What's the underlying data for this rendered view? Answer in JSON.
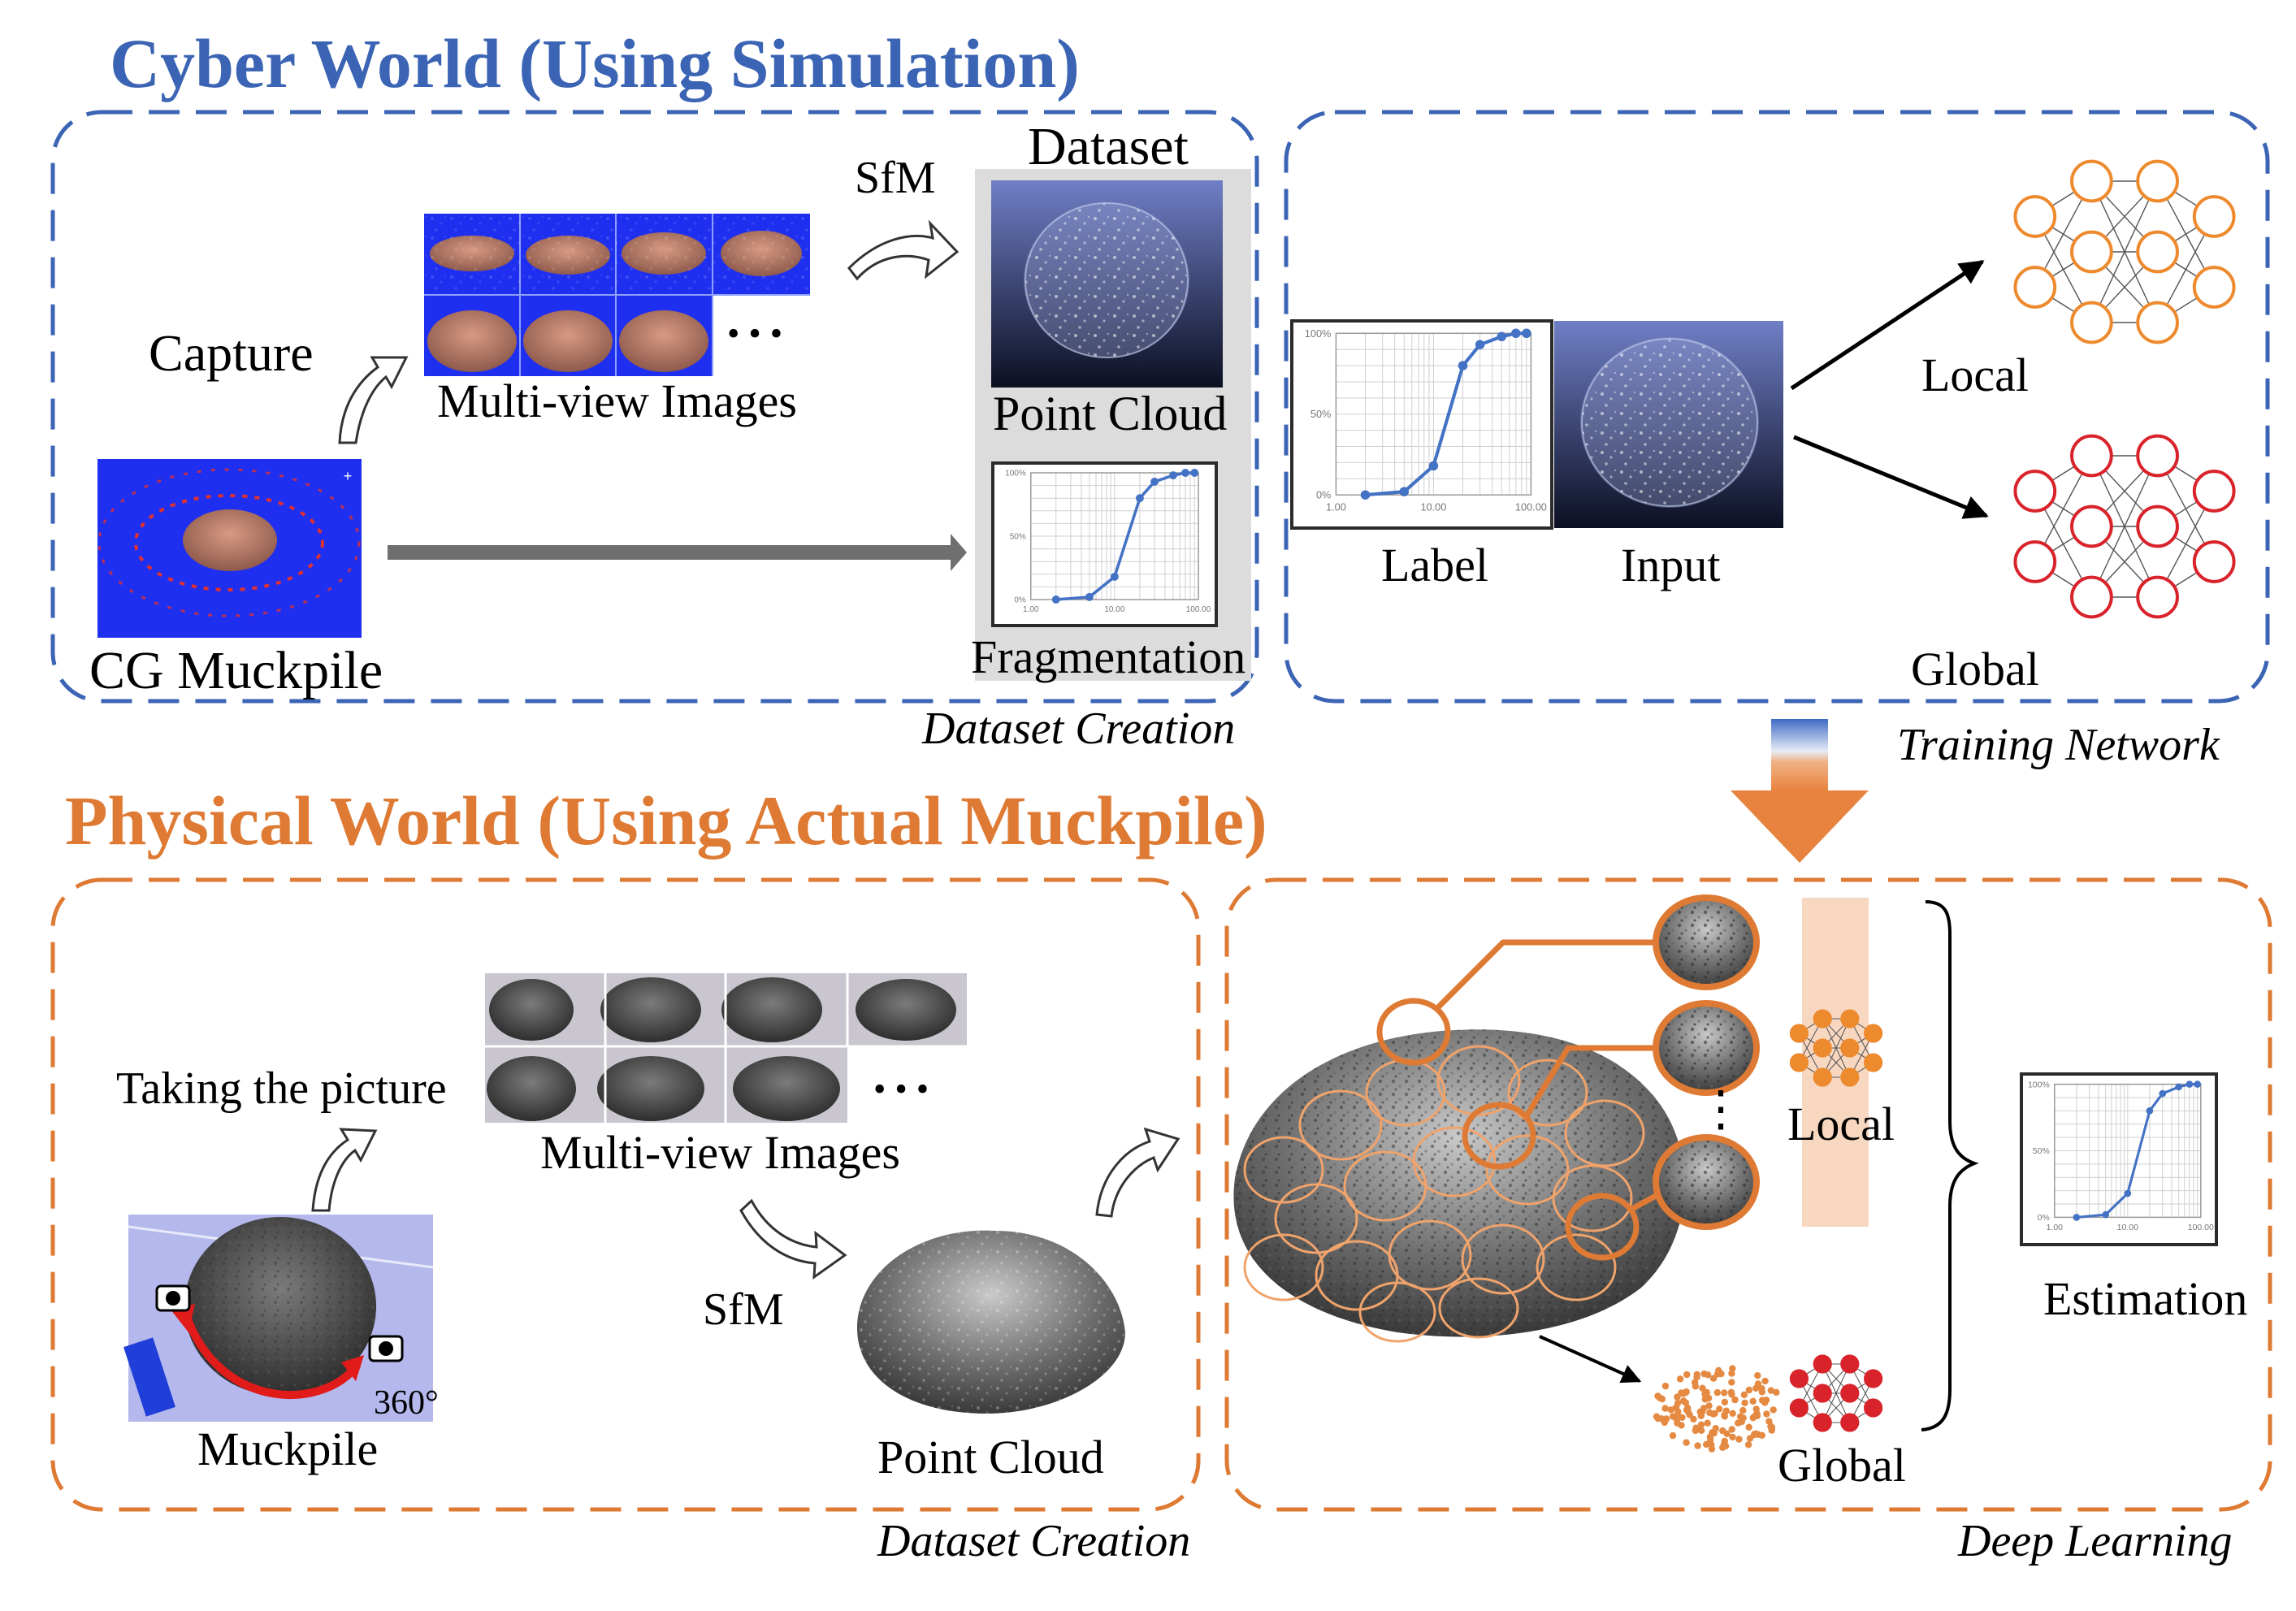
{
  "colors": {
    "cyber_blue": "#3b64b4",
    "physical_orange": "#de7a33",
    "sim_blue": "#1f2ff0",
    "red_net": "#d9232b",
    "orange_net": "#ee8a2e"
  },
  "cyber": {
    "title": "Cyber World (Using Simulation)",
    "dataset_creation": {
      "caption": "Dataset Creation",
      "capture_label": "Capture",
      "multiview_label": "Multi-view Images",
      "muckpile_label": "CG Muckpile",
      "sfm_label": "SfM",
      "dataset_label": "Dataset",
      "pointcloud_label": "Point Cloud",
      "fragmentation_label": "Fragmentation",
      "ellipsis": "• • •"
    },
    "training": {
      "caption": "Training Network",
      "label_label": "Label",
      "input_label": "Input",
      "local_label": "Local",
      "global_label": "Global"
    }
  },
  "physical": {
    "title": "Physical World (Using Actual Muckpile)",
    "dataset_creation": {
      "caption": "Dataset Creation",
      "taking_label": "Taking the picture",
      "multiview_label": "Multi-view Images",
      "muckpile_label": "Muckpile",
      "degree_label": "360°",
      "sfm_label": "SfM",
      "pointcloud_label": "Point Cloud",
      "ellipsis": "• • •"
    },
    "deep_learning": {
      "caption": "Deep Learning",
      "local_label": "Local",
      "global_label": "Global",
      "estimation_label": "Estimation",
      "vdots": "⋮"
    }
  },
  "chart_data": {
    "type": "line",
    "x_scale": "log",
    "x": [
      2,
      5,
      10,
      20,
      30,
      50,
      70,
      90
    ],
    "y": [
      0,
      2,
      18,
      80,
      93,
      98,
      100,
      100
    ],
    "x_ticks": [
      "1.00",
      "10.00",
      "100.00"
    ],
    "y_ticks": [
      "0%",
      "50%",
      "100%"
    ],
    "xlim": [
      1,
      100
    ],
    "ylim": [
      0,
      100
    ],
    "grid": true,
    "line_color": "#4472c4"
  }
}
